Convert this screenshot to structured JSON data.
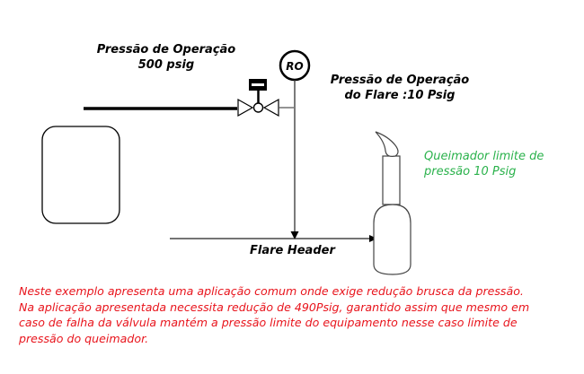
{
  "labels": {
    "operating_pressure": {
      "line1": "Pressão de Operação",
      "line2": "500 psig"
    },
    "flare_operating_pressure": {
      "line1": "Pressão de Operação",
      "line2": "do Flare :10 Psig"
    },
    "burner_limit": {
      "line1": "Queimador limite de",
      "line2": "pressão 10 Psig"
    },
    "flare_header": "Flare Header",
    "instrument_tag": "RO"
  },
  "note": {
    "lines": [
      "Neste exemplo apresenta uma aplicação comum onde exige redução brusca da pressão.",
      "Na aplicação apresentada necessita redução de 490Psig, garantido assim que mesmo em",
      "caso de falha da válvula mantém a pressão limite do equipamento nesse caso limite de",
      "pressão do queimador."
    ]
  },
  "colors": {
    "note_text": "#e8141c",
    "burner_text": "#2bb24c",
    "lines": "#000000"
  }
}
